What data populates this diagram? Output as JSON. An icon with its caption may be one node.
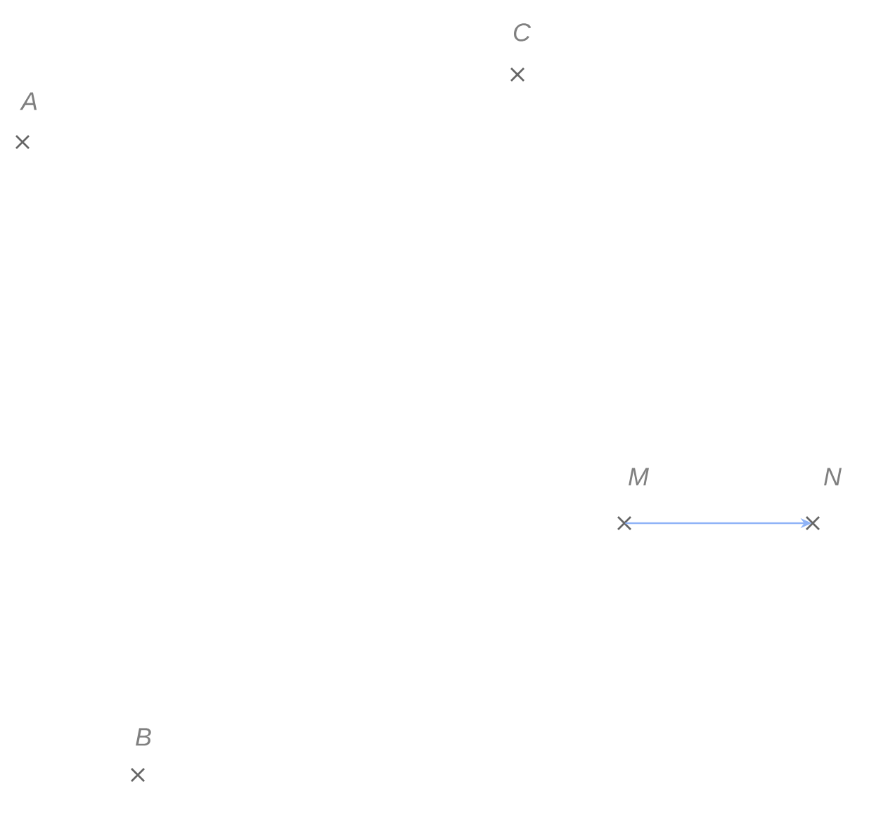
{
  "diagram": {
    "nodes": [
      {
        "text": [
          "A"
        ]
      },
      {
        "text": [
          "C"
        ]
      },
      {
        "text": [
          "M"
        ]
      },
      {
        "text": [
          "N"
        ]
      },
      {
        "text": [
          "B"
        ]
      }
    ],
    "edges": [
      {
        "from": 2,
        "to": 3,
        "arrow": "to",
        "color": "#8fb3f7"
      }
    ]
  }
}
